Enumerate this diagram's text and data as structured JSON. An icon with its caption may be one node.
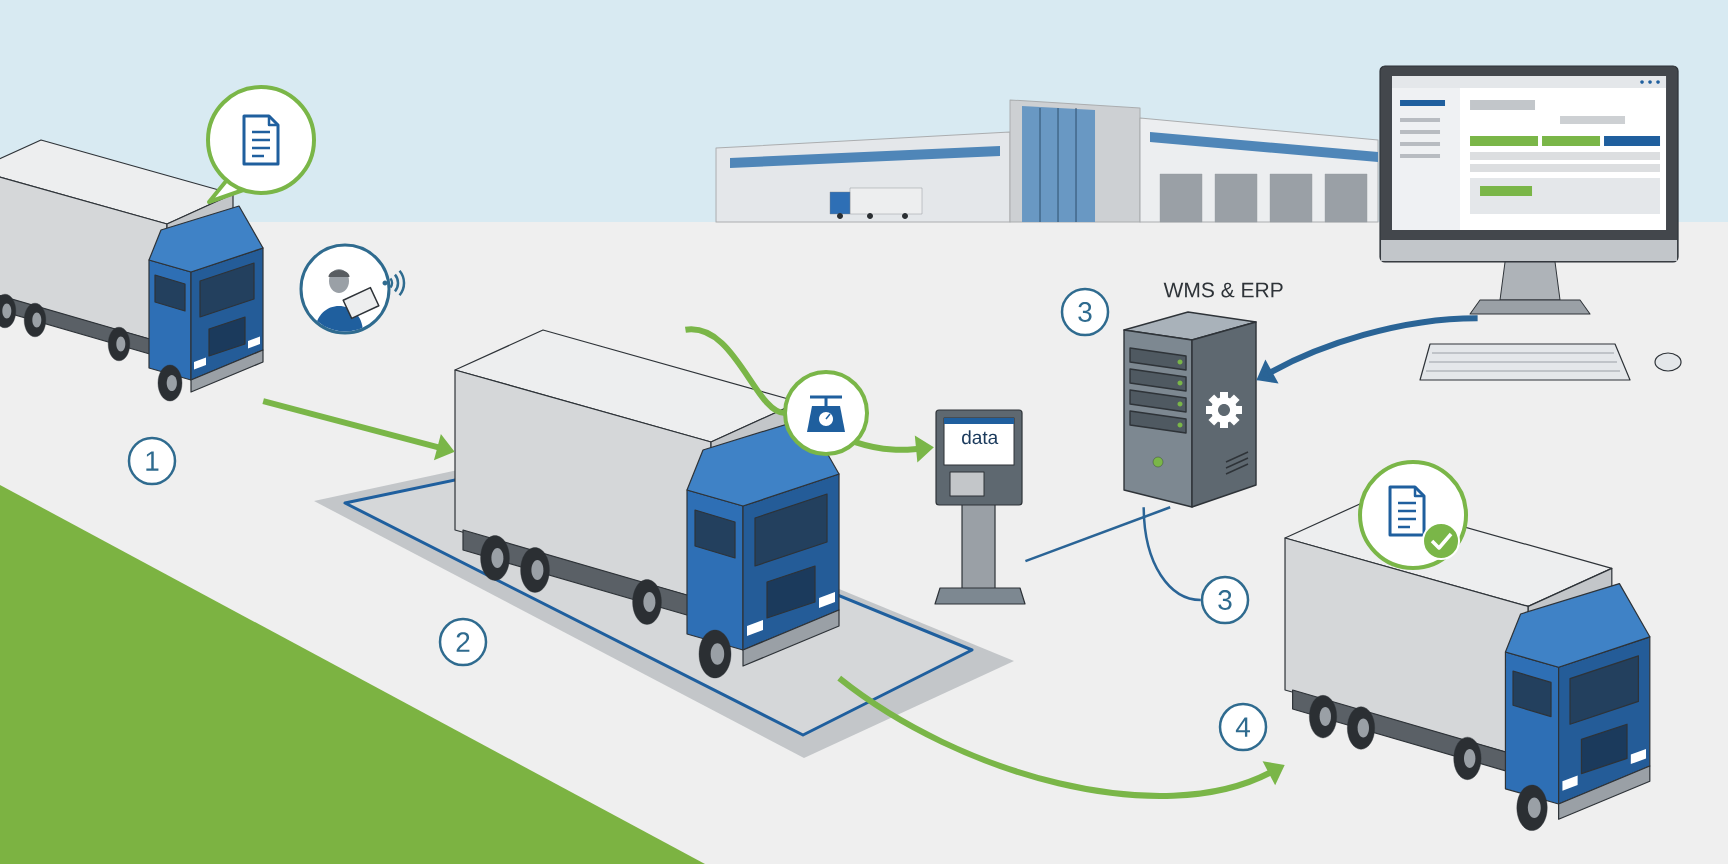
{
  "diagram": {
    "nodes": [
      {
        "text": [],
        "shape": "picture"
      },
      {
        "text": [],
        "shape": "picture"
      },
      {
        "text": [],
        "shape": "picture"
      },
      {
        "text": [
          "1"
        ]
      },
      {
        "text": [],
        "shape": "picture"
      },
      {
        "text": [],
        "shape": "picture"
      },
      {
        "text": [
          "data"
        ]
      },
      {
        "text": [],
        "shape": "picture",
        "beside": [
          "WMS & ERP"
        ]
      },
      {
        "text": [
          "3"
        ]
      },
      {
        "text": [],
        "shape": "picture"
      },
      {
        "text": [
          "2"
        ]
      },
      {
        "text": [
          "3"
        ]
      },
      {
        "text": [],
        "shape": "picture"
      },
      {
        "text": [],
        "shape": "picture"
      },
      {
        "text": [
          "4"
        ]
      }
    ],
    "edges": [
      {
        "from": 0,
        "to": 4,
        "arrow": "to"
      },
      {
        "from": 4,
        "to": 5,
        "arrow": "none"
      },
      {
        "from": 5,
        "to": 6,
        "arrow": "to"
      },
      {
        "from": 6,
        "to": 7,
        "arrow": "none",
        "color": "#2a6496"
      },
      {
        "from": 7,
        "to": 11,
        "arrow": "none",
        "color": "#2a6496"
      },
      {
        "from": 9,
        "to": 7,
        "arrow": "to",
        "color": "#2a6496"
      },
      {
        "from": 4,
        "to": 12,
        "arrow": "to"
      }
    ]
  }
}
